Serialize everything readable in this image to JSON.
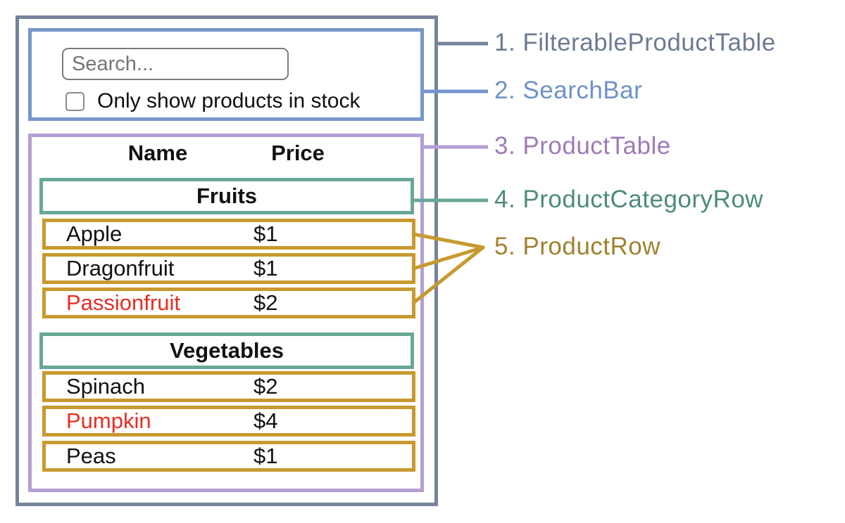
{
  "colors": {
    "filterable_product_table_border": "#76839b",
    "search_bar_border": "#7596cc",
    "product_table_border": "#b49ed3",
    "product_category_row_border": "#68a797",
    "product_row_border": "#c8992f",
    "label_1": "#6d7a93",
    "label_2": "#6f92c6",
    "label_3": "#9d7bb7",
    "label_4": "#4d8b7c",
    "label_5": "#a1812e",
    "out_of_stock_text": "#e62e23",
    "default_text": "#111111"
  },
  "search_bar": {
    "placeholder": "Search...",
    "checkbox_label": "Only show products in stock",
    "checkbox_checked": false
  },
  "table": {
    "name_header": "Name",
    "price_header": "Price",
    "sections": [
      {
        "category": "Fruits",
        "rows": [
          {
            "name": "Apple",
            "price": "$1",
            "name_color": "#111111"
          },
          {
            "name": "Dragonfruit",
            "price": "$1",
            "name_color": "#111111"
          },
          {
            "name": "Passionfruit",
            "price": "$2",
            "name_color": "#e62e23"
          }
        ]
      },
      {
        "category": "Vegetables",
        "rows": [
          {
            "name": "Spinach",
            "price": "$2",
            "name_color": "#111111"
          },
          {
            "name": "Pumpkin",
            "price": "$4",
            "name_color": "#e62e23"
          },
          {
            "name": "Peas",
            "price": "$1",
            "name_color": "#111111"
          }
        ]
      }
    ]
  },
  "legend": {
    "items": [
      {
        "label": "1. FilterableProductTable"
      },
      {
        "label": "2. SearchBar"
      },
      {
        "label": "3. ProductTable"
      },
      {
        "label": "4. ProductCategoryRow"
      },
      {
        "label": "5. ProductRow"
      }
    ]
  }
}
